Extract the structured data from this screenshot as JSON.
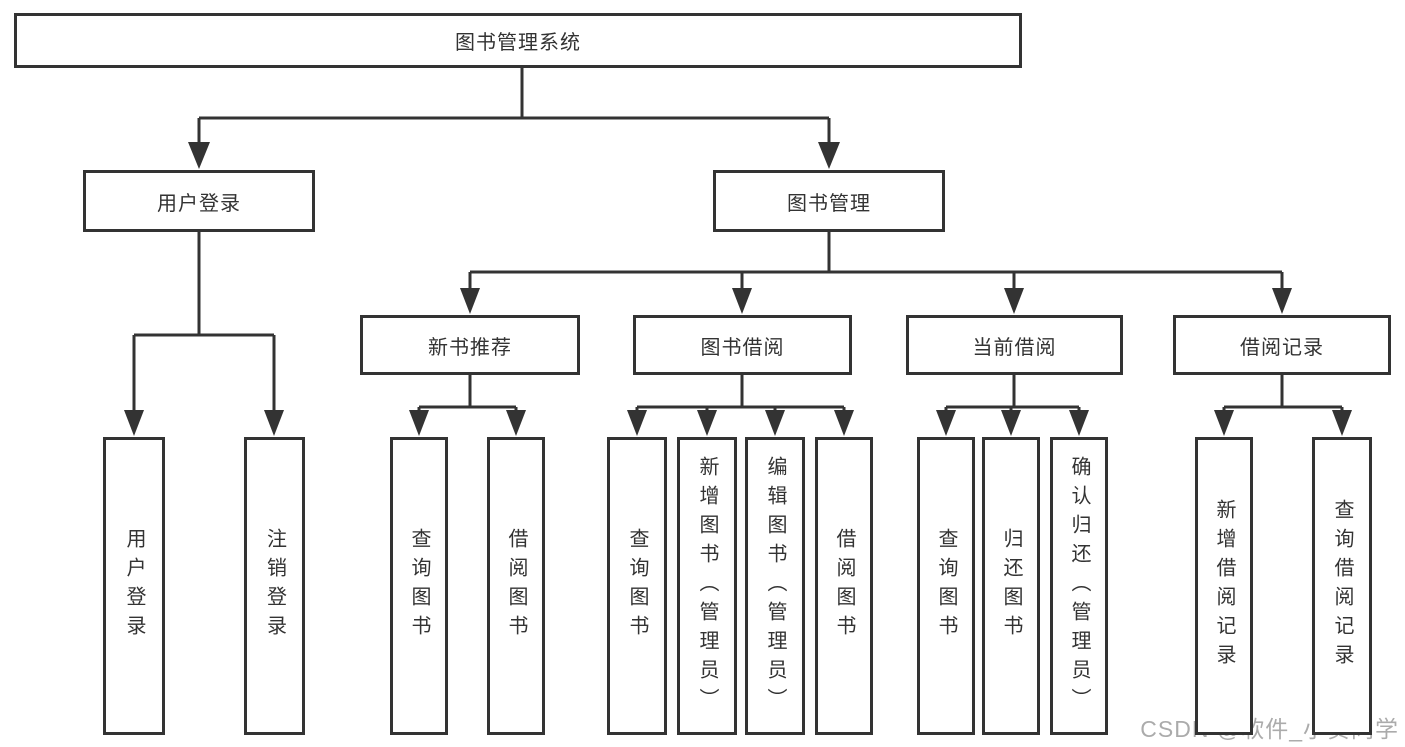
{
  "diagram": {
    "root": {
      "label": "图书管理系统"
    },
    "level2": {
      "user_login": {
        "label": "用户登录"
      },
      "book_management": {
        "label": "图书管理"
      }
    },
    "level3": {
      "new_book_recommend": {
        "label": "新书推荐"
      },
      "book_borrowing": {
        "label": "图书借阅"
      },
      "current_borrowing": {
        "label": "当前借阅"
      },
      "borrowing_records": {
        "label": "借阅记录"
      }
    },
    "leaves": {
      "user_login": {
        "label": "用户登录"
      },
      "logout": {
        "label": "注销登录"
      },
      "recommend_query_book": {
        "label": "查询图书"
      },
      "recommend_borrow_book": {
        "label": "借阅图书"
      },
      "borrowing_query_book": {
        "label": "查询图书"
      },
      "borrowing_add_book": {
        "label": "新增图书（管理员）"
      },
      "borrowing_edit_book": {
        "label": "编辑图书（管理员）"
      },
      "borrowing_borrow_book": {
        "label": "借阅图书"
      },
      "current_query_book": {
        "label": "查询图书"
      },
      "current_return_book": {
        "label": "归还图书"
      },
      "current_confirm_return": {
        "label": "确认归还（管理员）"
      },
      "records_add_record": {
        "label": "新增借阅记录"
      },
      "records_query_record": {
        "label": "查询借阅记录"
      }
    }
  },
  "watermark": {
    "text": "CSDN @软件_小贺同学"
  },
  "colors": {
    "line": "#333333",
    "box_border": "#333333",
    "text": "#333333",
    "watermark": "#ababab",
    "background": "#ffffff"
  }
}
